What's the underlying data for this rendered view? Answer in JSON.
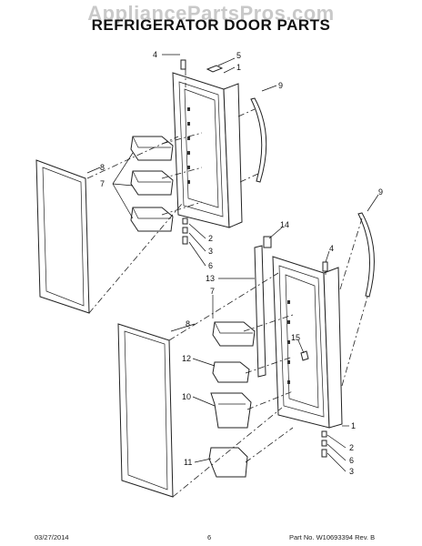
{
  "watermark": "AppliancePartsPros.com",
  "title": "REFRIGERATOR DOOR PARTS",
  "footer": {
    "date": "03/27/2014",
    "page": "6",
    "part": "Part No. W10693394  Rev. B"
  },
  "callouts": {
    "c4_top": "4",
    "c5": "5",
    "c1_top": "1",
    "c9_top": "9",
    "c8_left": "8",
    "c7_left": "7",
    "c2_top": "2",
    "c3_top": "3",
    "c6_top": "6",
    "c9_right": "9",
    "c14": "14",
    "c4_right": "4",
    "c13": "13",
    "c7_right": "7",
    "c8_right": "8",
    "c15": "15",
    "c12": "12",
    "c10": "10",
    "c11": "11",
    "c1_bottom": "1",
    "c2_bottom": "2",
    "c6_bottom": "6",
    "c3_bottom": "3"
  }
}
